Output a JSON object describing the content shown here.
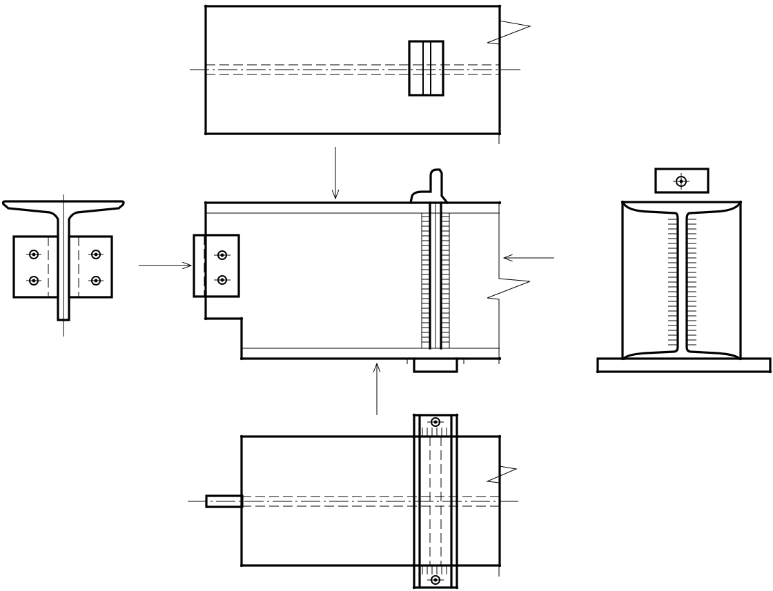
{
  "drawing": {
    "type": "steel-beam-connection-orthographic-views",
    "views": [
      "top-view",
      "front-view",
      "left-end-view",
      "right-end-view",
      "bottom-view"
    ],
    "colors": {
      "line": "#000000",
      "background": "#ffffff"
    },
    "arrows": {
      "left_view_direction": "right",
      "top_view_direction": "down",
      "right_view_direction": "left",
      "bottom_view_direction": "up"
    }
  }
}
